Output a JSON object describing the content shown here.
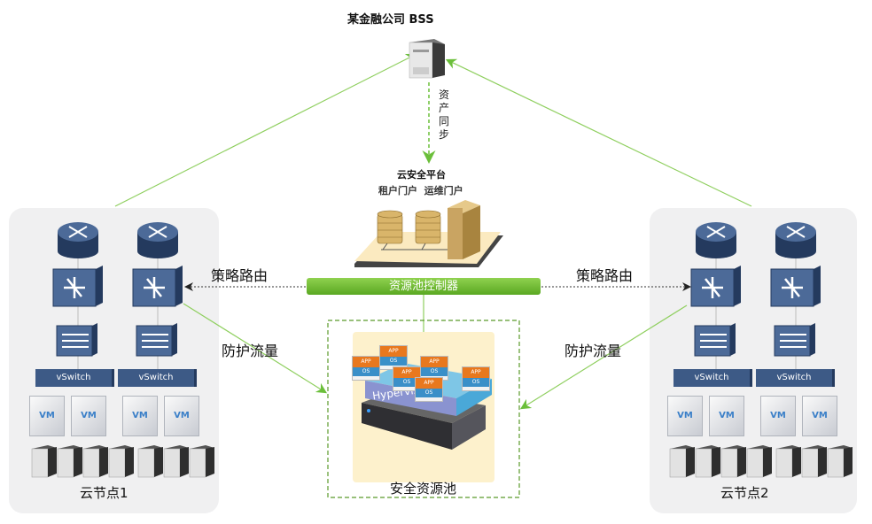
{
  "bss": {
    "title": "某金融公司 BSS",
    "sync_label": "资产同步"
  },
  "platform": {
    "title": "云安全平台",
    "portals": "租户门户  运维门户"
  },
  "controller": {
    "label": "资源池控制器"
  },
  "pool": {
    "label": "安全资源池",
    "hypervisor": "Hypervisor",
    "vm_app": "APP",
    "vm_os": "OS"
  },
  "edges": {
    "policy_route": "策略路由",
    "protect_traffic": "防护流量"
  },
  "nodes": [
    {
      "label": "云节点1",
      "vswitch": "vSwitch",
      "vm": "VM"
    },
    {
      "label": "云节点2",
      "vswitch": "vSwitch",
      "vm": "VM"
    }
  ],
  "colors": {
    "green": "#6bbf3a",
    "device_blue": "#3d5a86",
    "panel": "#f0f0f1",
    "pool_bg": "#fdf1cc"
  }
}
